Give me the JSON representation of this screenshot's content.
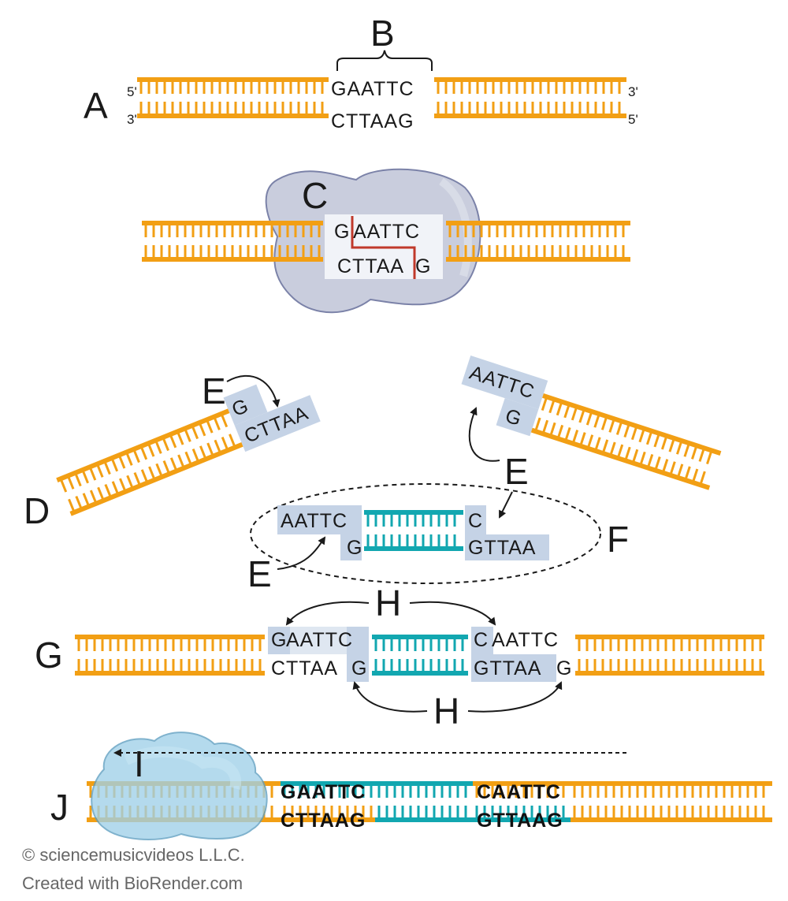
{
  "colors": {
    "dna_backbone": "#f29f14",
    "inserted_dna": "#12a7b0",
    "overhang_highlight": "#c5d3e6",
    "cut_line": "#c0392b",
    "enzyme_fill": "#c9cddd",
    "ligase_fill": "#9fd0e8"
  },
  "labels": {
    "A": "A",
    "B": "B",
    "C": "C",
    "D": "D",
    "E1": "E",
    "E2": "E",
    "E3": "E",
    "F": "F",
    "G": "G",
    "H1": "H",
    "H2": "H",
    "I": "I",
    "J": "J"
  },
  "row_a": {
    "top_seq": "GAATTC",
    "bottom_seq": "CTTAAG",
    "five_prime_left": "5'",
    "three_prime_left": "3'",
    "three_prime_right": "3'",
    "five_prime_right": "5'"
  },
  "row_c": {
    "top_first": "G",
    "top_rest": "AATTC",
    "bottom_rest": "CTTAA",
    "bottom_last": "G"
  },
  "row_d": {
    "top": "G",
    "bottom": "CTTAA"
  },
  "row_e_right": {
    "top": "AATTC",
    "bottom": "G"
  },
  "row_f": {
    "left_top": "AATTC",
    "left_bottom": "G",
    "right_top": "C",
    "right_bottom": "GTTAA"
  },
  "row_g": {
    "l_top_g": "G",
    "l_top_rest": "AATTC",
    "l_bottom_rest": "CTTAA",
    "l_bottom_g": "G",
    "r_top_c": "C",
    "r_top_rest": "AATTC",
    "r_bottom_rest": "GTTAA",
    "r_bottom_g": "G"
  },
  "row_j": {
    "left_top": "GAATTC",
    "left_bottom": "CTTAAG",
    "right_top": "CAATTC",
    "right_bottom": "GTTAAG"
  },
  "credits": {
    "line1": "© sciencemusicvideos L.L.C.",
    "line2": "Created with BioRender.com"
  }
}
